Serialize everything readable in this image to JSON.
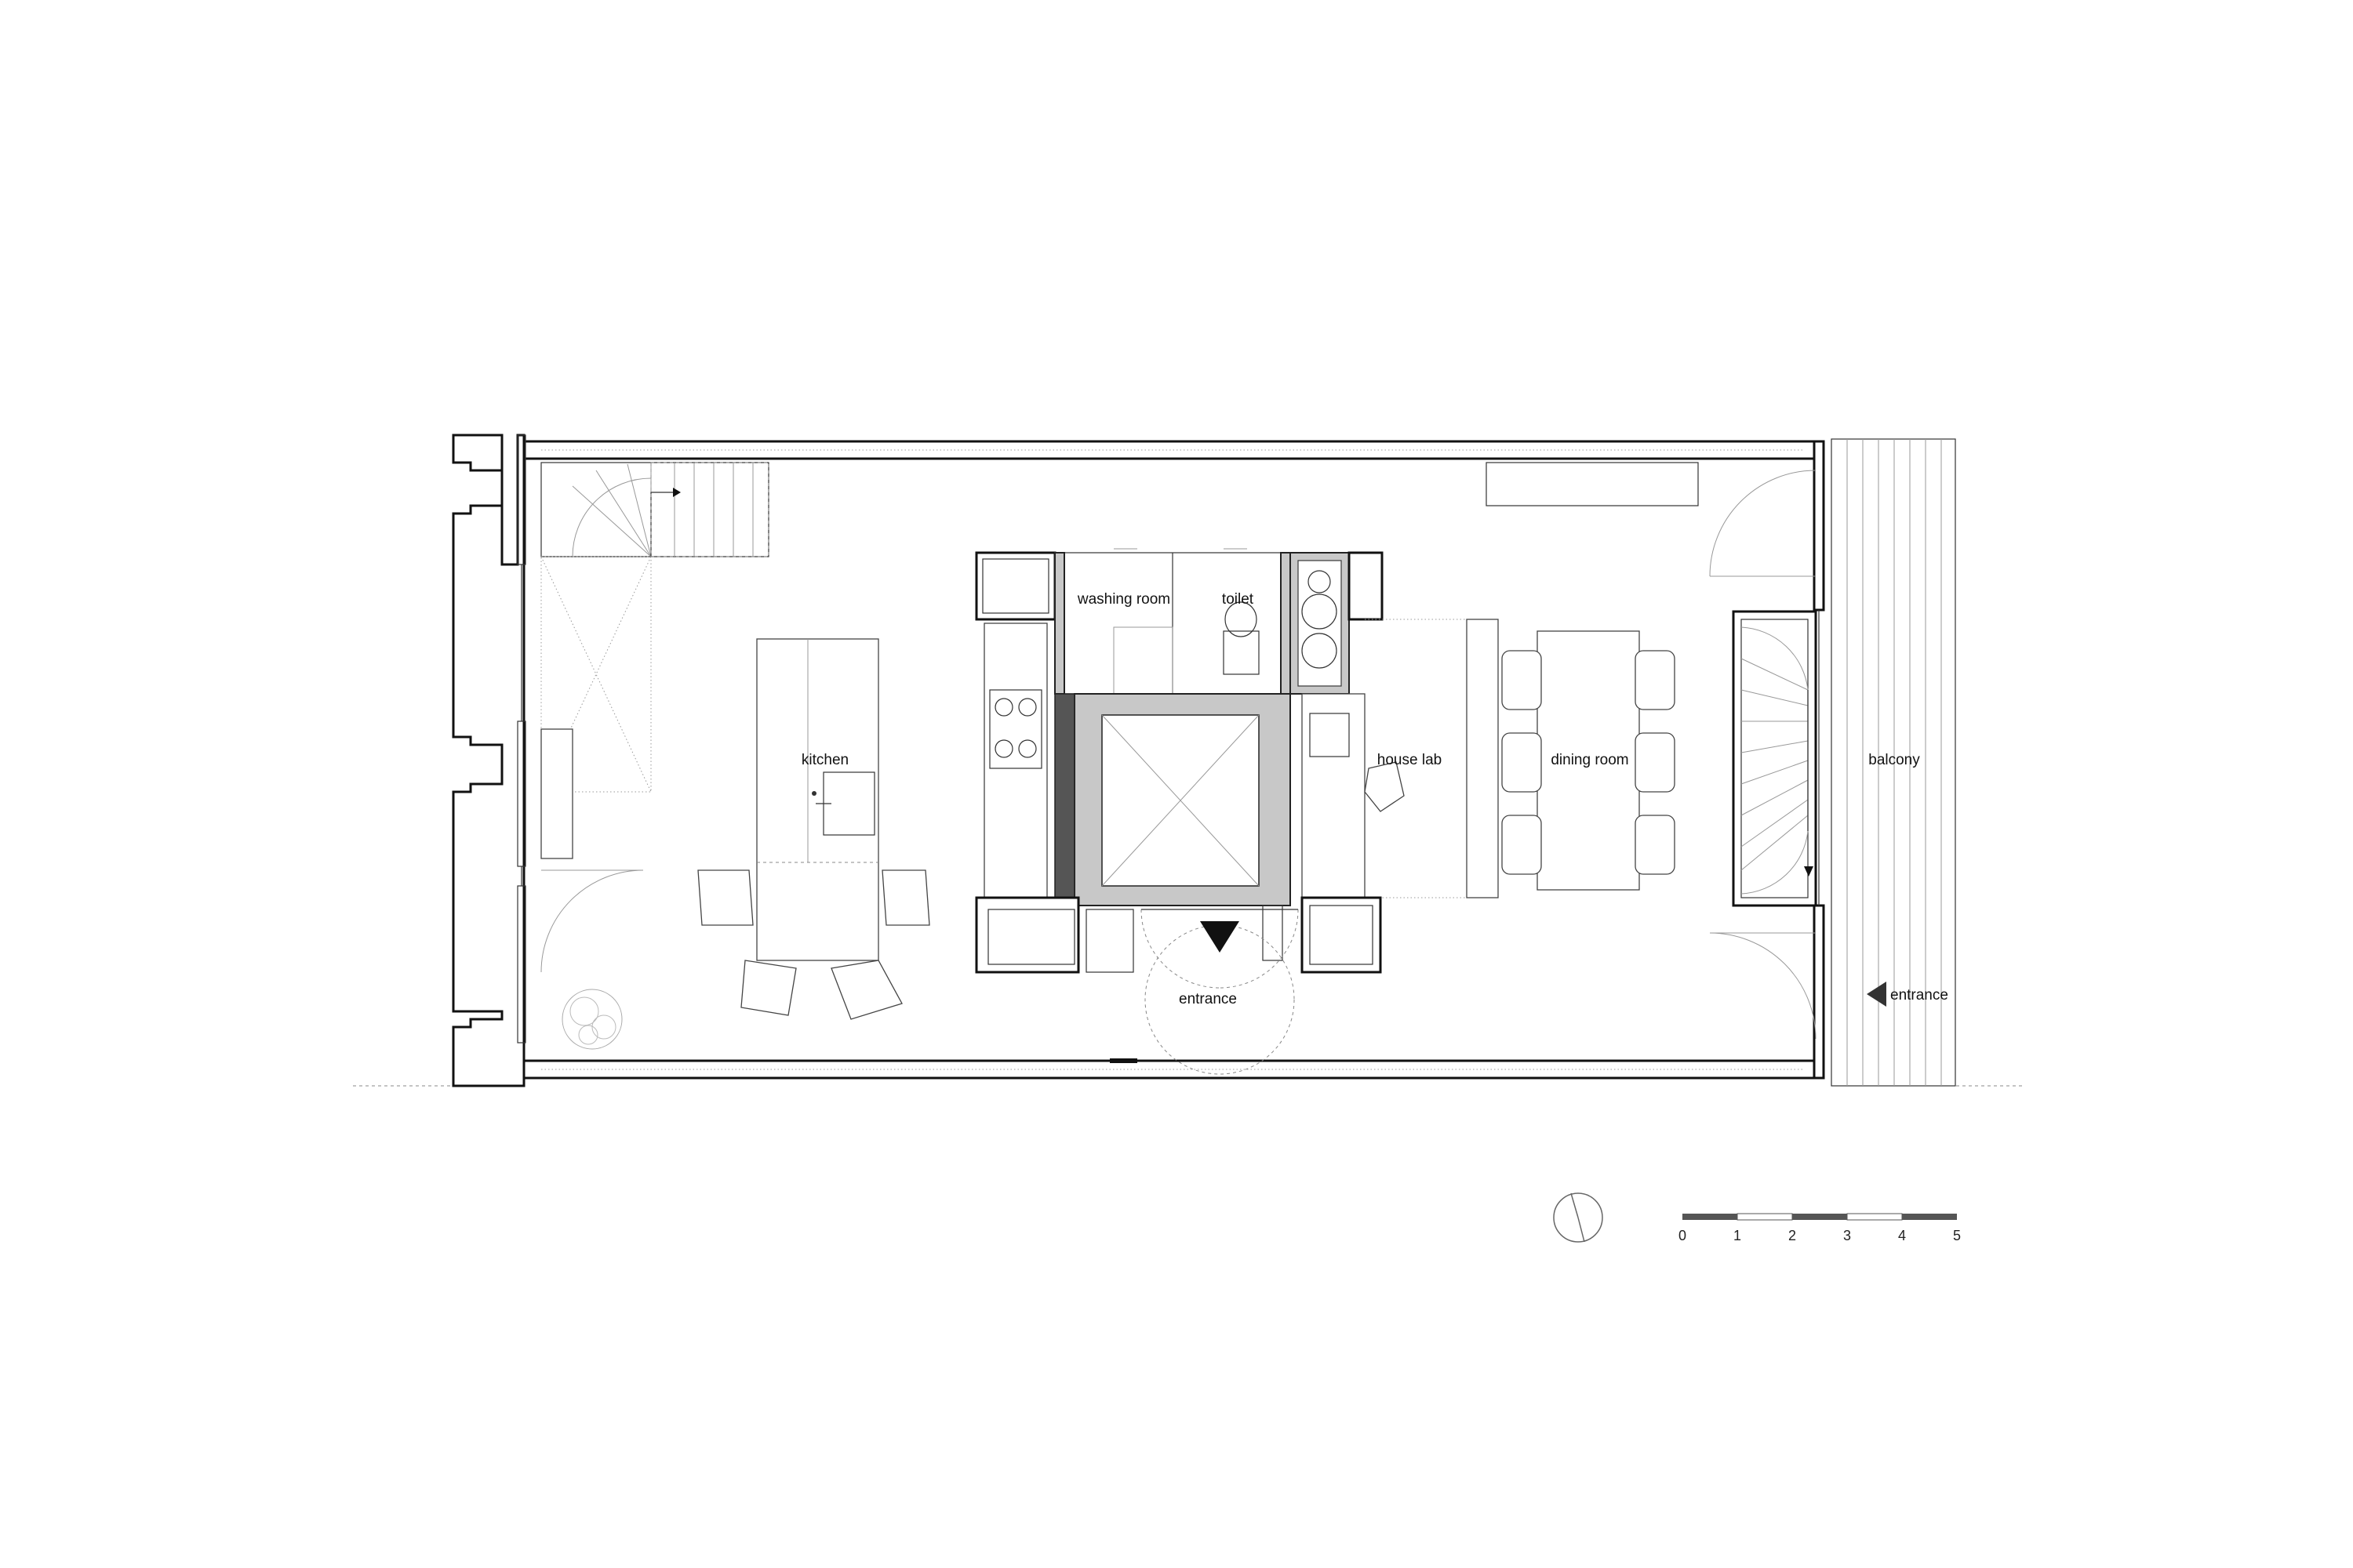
{
  "rooms": {
    "washing_room": "washing room",
    "toilet": "toilet",
    "kitchen": "kitchen",
    "house_lab": "house lab",
    "dining_room": "dining room",
    "balcony": "balcony",
    "entrance_main": "entrance",
    "entrance_side": "entrance"
  },
  "scale_bar": {
    "ticks": [
      "0",
      "1",
      "2",
      "3",
      "4",
      "5"
    ]
  },
  "colors": {
    "core_fill": "#c8c8c8",
    "dark_fill": "#555555",
    "line": "#111111"
  }
}
